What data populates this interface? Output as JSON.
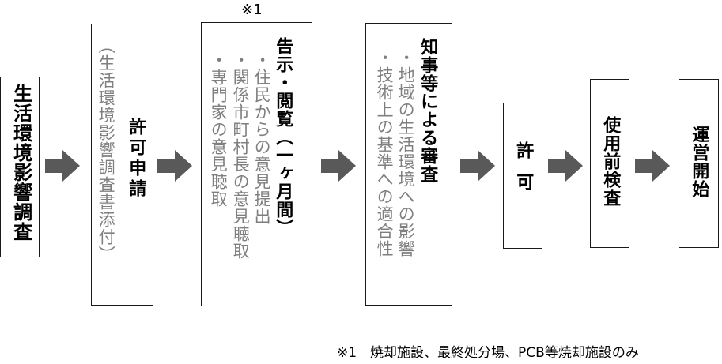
{
  "steps": [
    {
      "title": "生活環境影響調査"
    },
    {
      "title": "許可申請",
      "sub": "（生活環境影響調査書添付）"
    },
    {
      "title": "告示・閲覧（一ヶ月間）",
      "sub1": "・住民からの意見提出",
      "sub2": "・関係市町村長の意見聴取",
      "sub3": "・専門家の意見聴取"
    },
    {
      "title": "知事等による審査",
      "sub1": "・地域の生活環境への影響",
      "sub2": "・技術上の基準への適合性"
    },
    {
      "title": "許可"
    },
    {
      "title": "使用前検査"
    },
    {
      "title": "運営開始"
    }
  ],
  "note_mark": "※1",
  "footnote": "※1　焼却施設、最終処分場、PCB等焼却施設のみ"
}
